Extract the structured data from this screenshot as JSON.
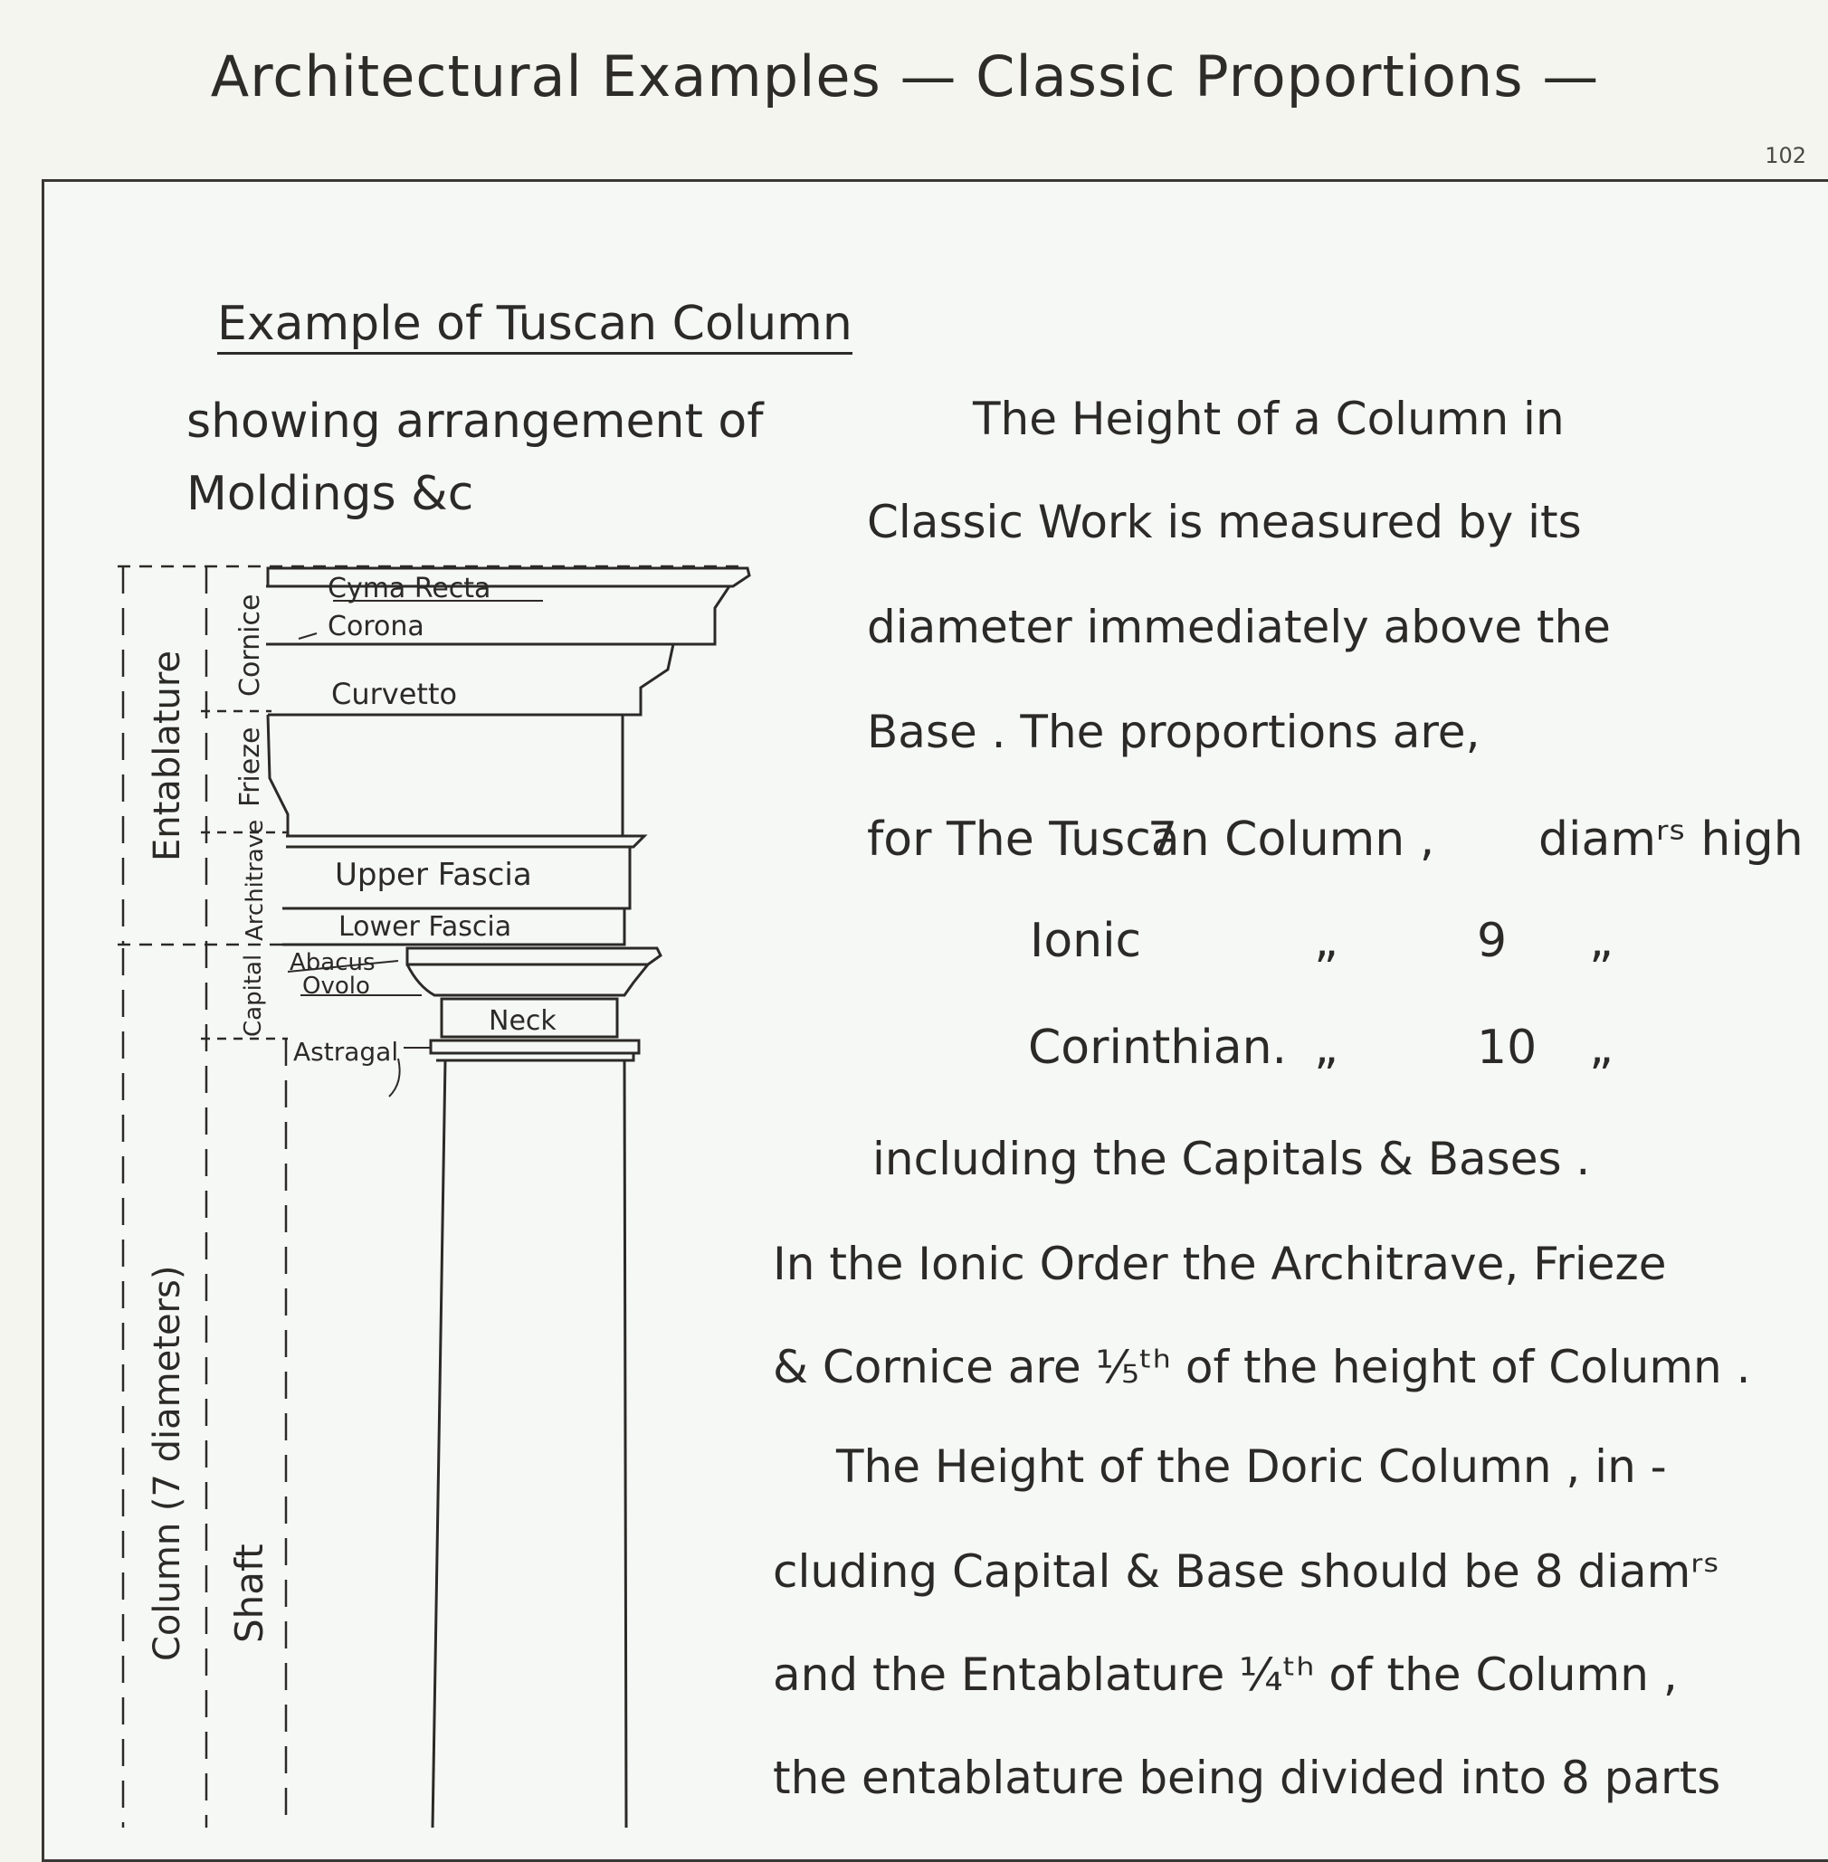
{
  "header": {
    "title": "Architectural Examples — Classic Proportions —",
    "page_number": "102"
  },
  "figure": {
    "title": "Example of Tuscan Column",
    "subtitle_line1": "showing arrangement of",
    "subtitle_line2": "Moldings &c",
    "labels": {
      "cyma_recta": "Cyma Recta",
      "corona": "Corona",
      "curvetto": "Curvetto",
      "upper_fascia": "Upper Fascia",
      "lower_fascia": "Lower Fascia",
      "abacus": "Abacus",
      "ovolo": "Ovolo",
      "neck": "Neck",
      "astragal": "Astragal",
      "entablature": "Entablature",
      "cornice": "Cornice",
      "frieze": "Frieze",
      "architrave": "Architrave",
      "capital": "Capital",
      "column": "Column (7 diameters)",
      "shaft": "Shaft"
    }
  },
  "body": {
    "p1": [
      "The Height of a Column in",
      "Classic Work is measured by its",
      "diameter immediately above the",
      "Base . The proportions are,"
    ],
    "table": [
      {
        "name": "for The Tuscan Column ,",
        "value": "7",
        "unit": "diamʳˢ high"
      },
      {
        "name": "Ionic",
        "ditto": "„",
        "value": "9",
        "unit": "„"
      },
      {
        "name": "Corinthian.",
        "ditto": "„",
        "value": "10",
        "unit": "„"
      }
    ],
    "p2": "including the Capitals & Bases .",
    "p3": [
      "In the Ionic Order the Architrave, Frieze",
      "& Cornice are ⅕ᵗʰ of the height of Column ."
    ],
    "p4": [
      "The Height of the Doric Column , in -",
      "cluding Capital & Base should be 8 diamʳˢ",
      "and the Entablature ¼ᵗʰ of the Column ,",
      "the entablature being divided into 8 parts"
    ]
  },
  "colors": {
    "ink": "#2c2a26",
    "paper": "#f4f5ef"
  }
}
